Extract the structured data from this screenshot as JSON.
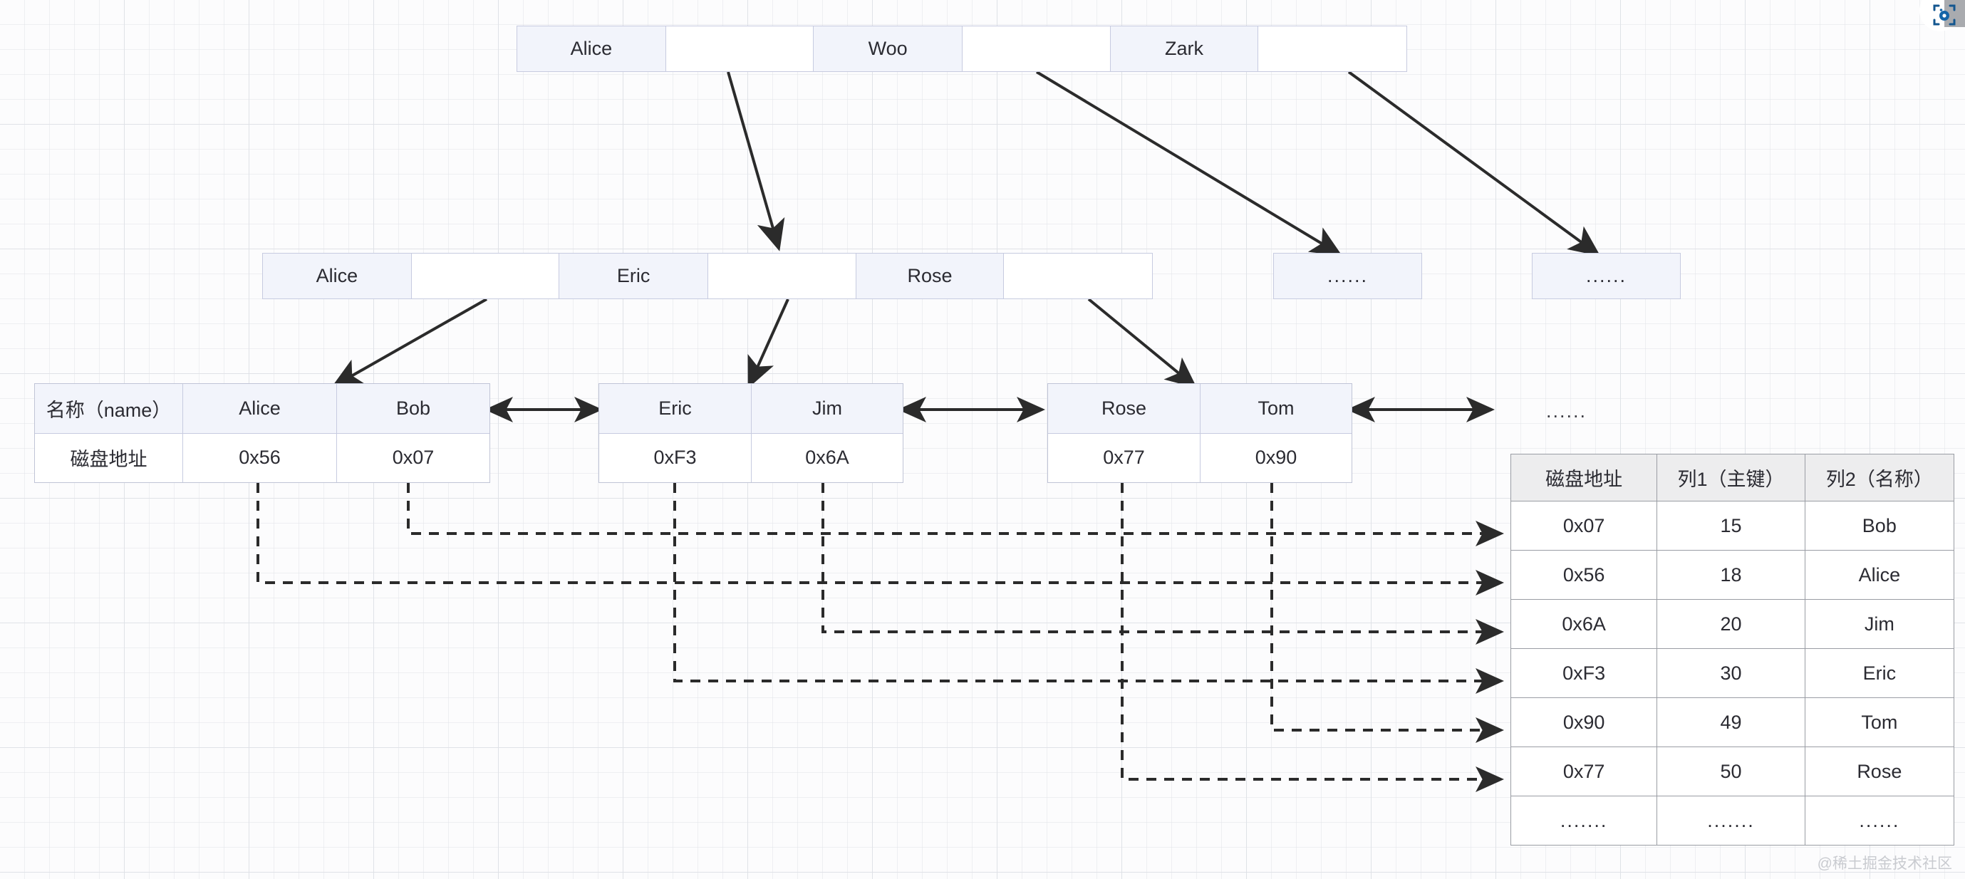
{
  "diagram": {
    "title": "B+Tree index with clustered data table",
    "watermark": "@稀土掘金技术社区",
    "ellipsis_short": "......",
    "ellipsis_long": ".......",
    "colors": {
      "key_cell_bg": "#f2f4fb",
      "pointer_cell_bg": "#ffffff",
      "node_border": "#c7cbe0",
      "table_header_bg": "#ededee",
      "table_border": "#9a9da4",
      "arrow": "#2b2b2b",
      "grid_line": "#e2e4e9",
      "accent_icon": "#13568f"
    }
  },
  "root_node": {
    "name": "root",
    "cells": [
      {
        "type": "key",
        "label": "Alice"
      },
      {
        "type": "pointer",
        "label": ""
      },
      {
        "type": "key",
        "label": "Woo"
      },
      {
        "type": "pointer",
        "label": ""
      },
      {
        "type": "key",
        "label": "Zark"
      },
      {
        "type": "pointer",
        "label": ""
      }
    ]
  },
  "branch_nodes": [
    {
      "name": "branch-1",
      "cells": [
        {
          "type": "key",
          "label": "Alice"
        },
        {
          "type": "pointer",
          "label": ""
        },
        {
          "type": "key",
          "label": "Eric"
        },
        {
          "type": "pointer",
          "label": ""
        },
        {
          "type": "key",
          "label": "Rose"
        },
        {
          "type": "pointer",
          "label": ""
        }
      ]
    },
    {
      "name": "branch-2",
      "label": "......"
    },
    {
      "name": "branch-3",
      "label": "......"
    }
  ],
  "leaf_nodes": [
    {
      "name": "leaf-1",
      "row_labels": {
        "name_label": "名称（name）",
        "address_label": "磁盘地址"
      },
      "entries": [
        {
          "name": "Alice",
          "address": "0x56"
        },
        {
          "name": "Bob",
          "address": "0x07"
        }
      ]
    },
    {
      "name": "leaf-2",
      "entries": [
        {
          "name": "Eric",
          "address": "0xF3"
        },
        {
          "name": "Jim",
          "address": "0x6A"
        }
      ]
    },
    {
      "name": "leaf-3",
      "entries": [
        {
          "name": "Rose",
          "address": "0x77"
        },
        {
          "name": "Tom",
          "address": "0x90"
        }
      ]
    }
  ],
  "leaf_tail_ellipsis": "......",
  "data_table": {
    "name": "disk-record-table",
    "headers": [
      "磁盘地址",
      "列1（主键）",
      "列2（名称）"
    ],
    "rows": [
      {
        "address": "0x07",
        "key": "15",
        "name": "Bob"
      },
      {
        "address": "0x56",
        "key": "18",
        "name": "Alice"
      },
      {
        "address": "0x6A",
        "key": "20",
        "name": "Jim"
      },
      {
        "address": "0xF3",
        "key": "30",
        "name": "Eric"
      },
      {
        "address": "0x90",
        "key": "49",
        "name": "Tom"
      },
      {
        "address": "0x77",
        "key": "50",
        "name": "Rose"
      },
      {
        "address": ".......",
        "key": ".......",
        "name": "......"
      }
    ]
  },
  "toolbar": {
    "scan_icon_name": "scan-icon"
  }
}
